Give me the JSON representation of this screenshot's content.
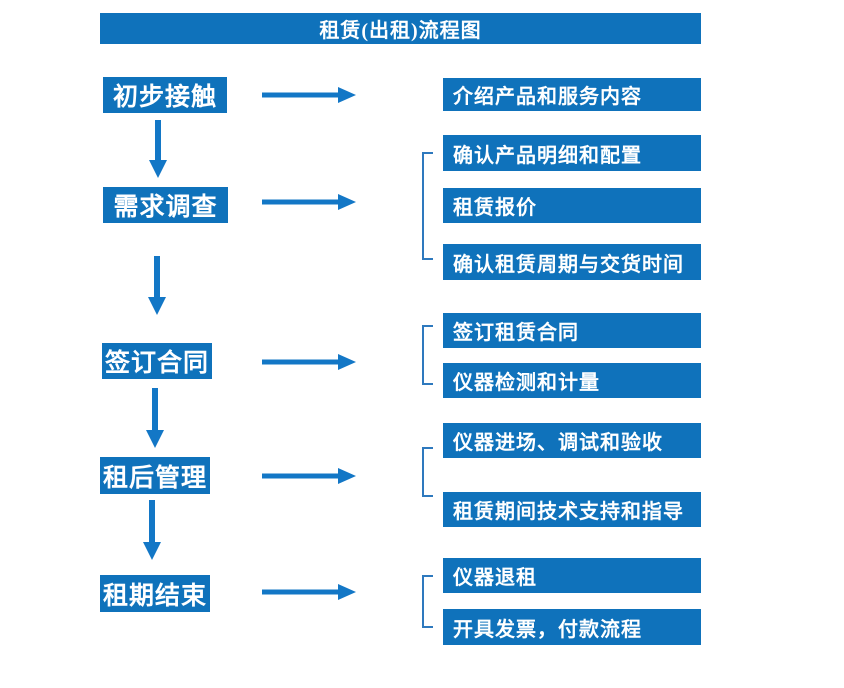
{
  "title": "租赁(出租)流程图",
  "colors": {
    "primary_blue": "#0F72BB",
    "arrow_blue": "#1377C6",
    "bracket_blue": "#2E79BE",
    "text_white": "#FFFFFF",
    "background": "#FFFFFF"
  },
  "steps": [
    {
      "label": "初步接触",
      "outputs": [
        "介绍产品和服务内容"
      ]
    },
    {
      "label": "需求调查",
      "outputs": [
        "确认产品明细和配置",
        "租赁报价",
        "确认租赁周期与交货时间"
      ]
    },
    {
      "label": "签订合同",
      "outputs": [
        "签订租赁合同",
        "仪器检测和计量"
      ]
    },
    {
      "label": "租后管理",
      "outputs": [
        "仪器进场、调试和验收",
        "租赁期间技术支持和指导"
      ]
    },
    {
      "label": "租期结束",
      "outputs": [
        "仪器退租",
        "开具发票，付款流程"
      ]
    }
  ]
}
